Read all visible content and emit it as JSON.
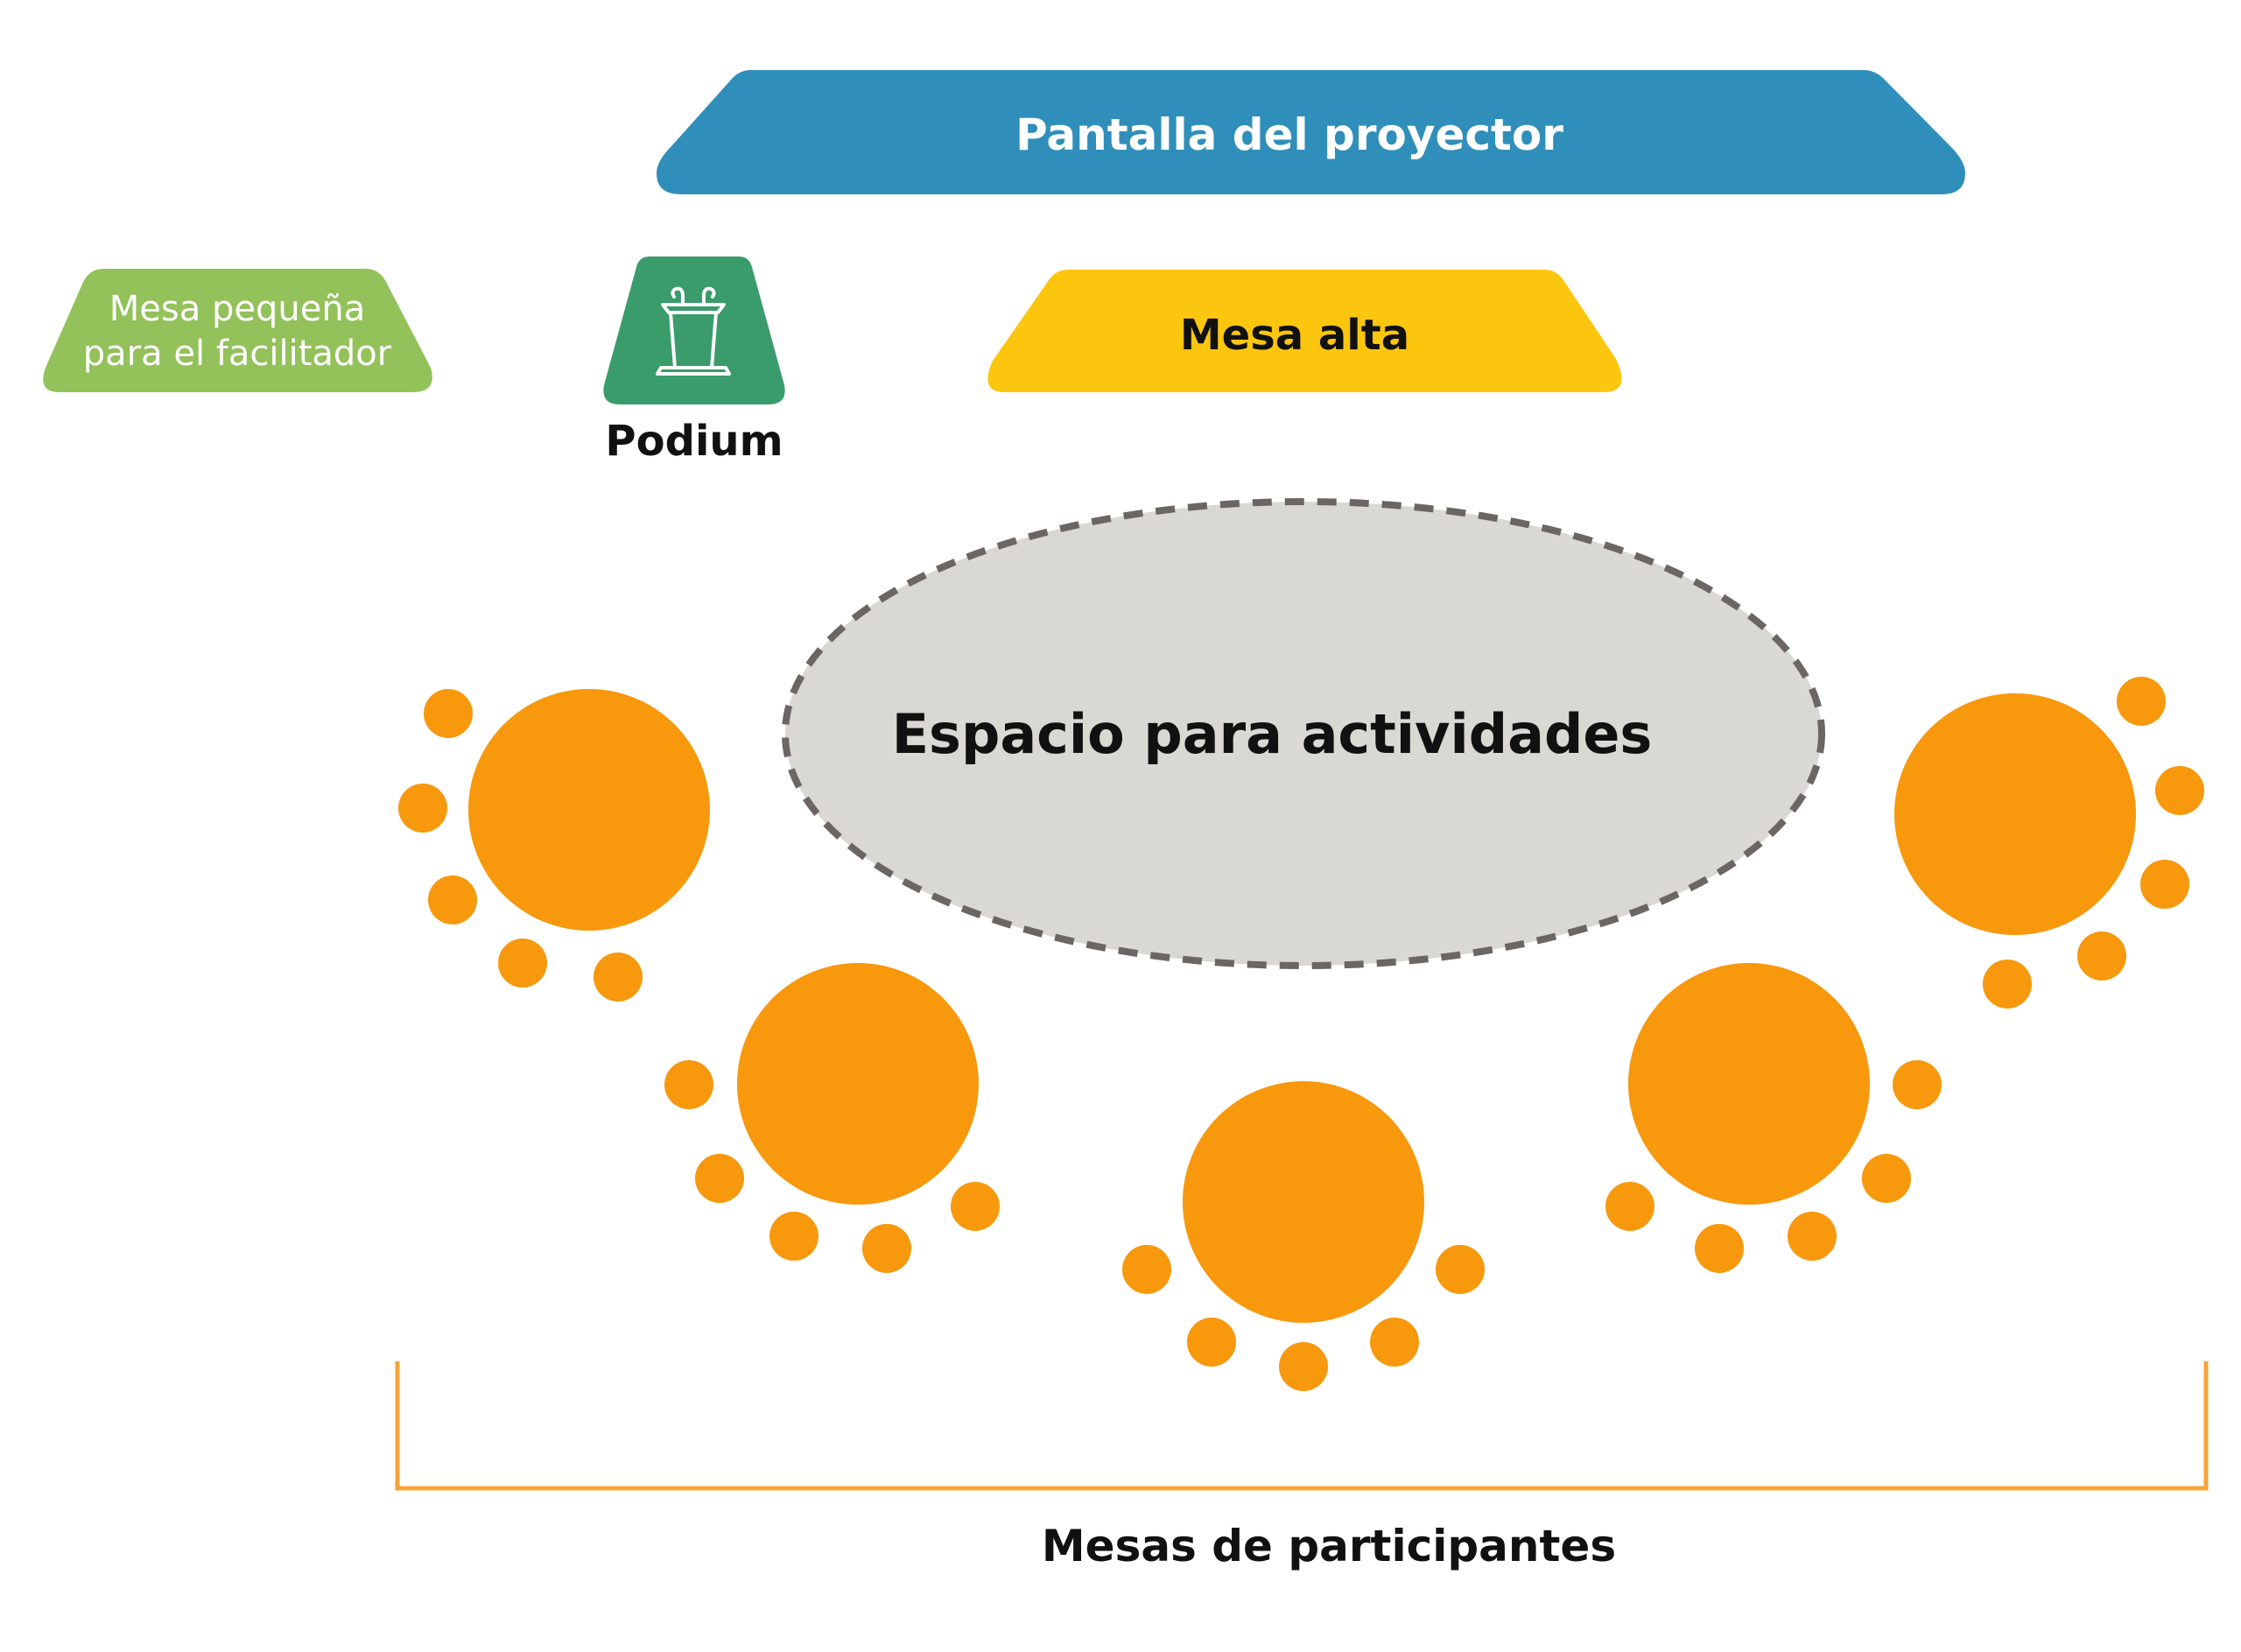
{
  "projector": {
    "label": "Pantalla del proyector",
    "color": "#2f8fba"
  },
  "facilitator_table": {
    "line1": "Mesa pequeña",
    "line2": "para el facilitador",
    "color": "#93c15a"
  },
  "podium": {
    "label": "Podium",
    "color": "#3a9b6b",
    "icon": "podium-icon"
  },
  "head_table": {
    "label": "Mesa alta",
    "color": "#fcc60f"
  },
  "activity_space": {
    "label": "Espacio para actividades",
    "fill": "#dad8d3",
    "border": "#6b6663"
  },
  "participant_tables": {
    "label": "Mesas de participantes",
    "color": "#f7980d",
    "bracket_color": "#f4a43a",
    "count": 5
  }
}
